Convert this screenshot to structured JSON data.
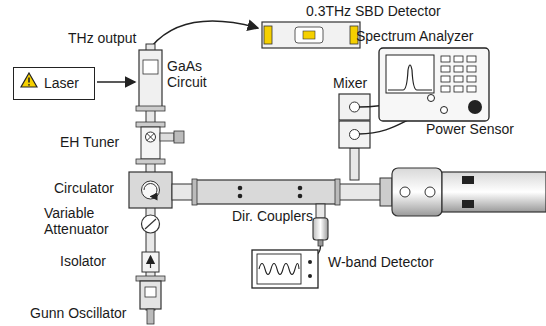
{
  "diagram": {
    "nodes": [
      {
        "text": [
          "Laser"
        ]
      }
    ],
    "edges": [],
    "labels": [
      "0.3THz SBD Detector",
      "THz output",
      "Spectrum Analyzer",
      "GaAs Circuit",
      "Mixer",
      "EH Tuner",
      "Circulator",
      "Variable Attenuator",
      "Dir. Couplers",
      "Power Sensor",
      "Isolator",
      "W-band Detector",
      "Gunn Oscillator"
    ]
  }
}
